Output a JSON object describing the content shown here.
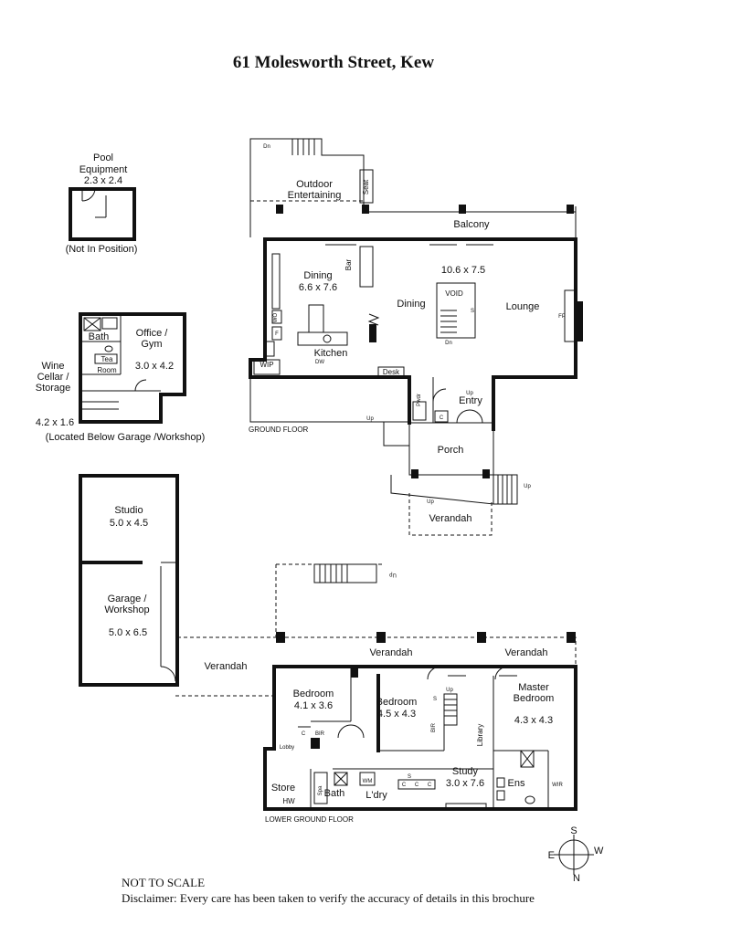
{
  "title": "61 Molesworth Street, Kew",
  "pool_equipment": {
    "name": "Pool\nEquipment",
    "size": "2.3 x 2.4",
    "note": "(Not In Position)"
  },
  "outbuilding": {
    "bath": "Bath",
    "office": "Office /\nGym",
    "office_size": "3.0 x 4.2",
    "tea_room": "Tea\nRoom",
    "wine_cellar": "Wine\nCellar /\nStorage",
    "wine_size": "4.2 x 1.6",
    "note": "(Located Below Garage /Workshop)"
  },
  "garage_block": {
    "studio": "Studio",
    "studio_size": "5.0 x 4.5",
    "garage": "Garage /\nWorkshop",
    "garage_size": "5.0 x 6.5",
    "verandah": "Verandah"
  },
  "ground_floor": {
    "label": "GROUND FLOOR",
    "outdoor": "Outdoor\nEntertaining",
    "seat": "Seat",
    "balcony": "Balcony",
    "dining_main": "Dining",
    "dining_size": "6.6 x 7.6",
    "bar": "Bar",
    "dining": "Dining",
    "lounge": "Lounge",
    "lounge_size": "10.6 x 7.5",
    "void": "VOID",
    "kitchen": "Kitchen",
    "wip": "WIP",
    "desk": "Desk",
    "dw": "DW",
    "wo": "WO",
    "f": "F",
    "fp": "FP",
    "s": "S",
    "dn": "Dn",
    "up": "Up",
    "pwdr": "Pwdr",
    "c": "C",
    "entry": "Entry",
    "porch": "Porch",
    "verandah": "Verandah"
  },
  "lower_floor": {
    "label": "LOWER GROUND FLOOR",
    "verandah": "Verandah",
    "bedroom1": "Bedroom",
    "bedroom1_size": "4.1 x 3.6",
    "bedroom2": "Bedroom",
    "bedroom2_size": "4.5 x 4.3",
    "master": "Master\nBedroom",
    "master_size": "4.3 x 4.3",
    "bir": "BIR",
    "lobby": "Lobby",
    "store": "Store",
    "hw": "HW",
    "spa": "Spa",
    "bath": "Bath",
    "wm": "WM",
    "ldry": "L'dry",
    "study": "Study",
    "study_size": "3.0 x 7.6",
    "library": "Library",
    "ens": "Ens",
    "wir": "WIR",
    "c": "C",
    "s": "S",
    "up": "Up"
  },
  "compass": {
    "s": "S",
    "e": "E",
    "w": "W",
    "n": "N"
  },
  "footer": {
    "scale": "NOT TO SCALE",
    "disclaimer": "Disclaimer: Every care has been taken to verify the accuracy of details in this brochure"
  }
}
